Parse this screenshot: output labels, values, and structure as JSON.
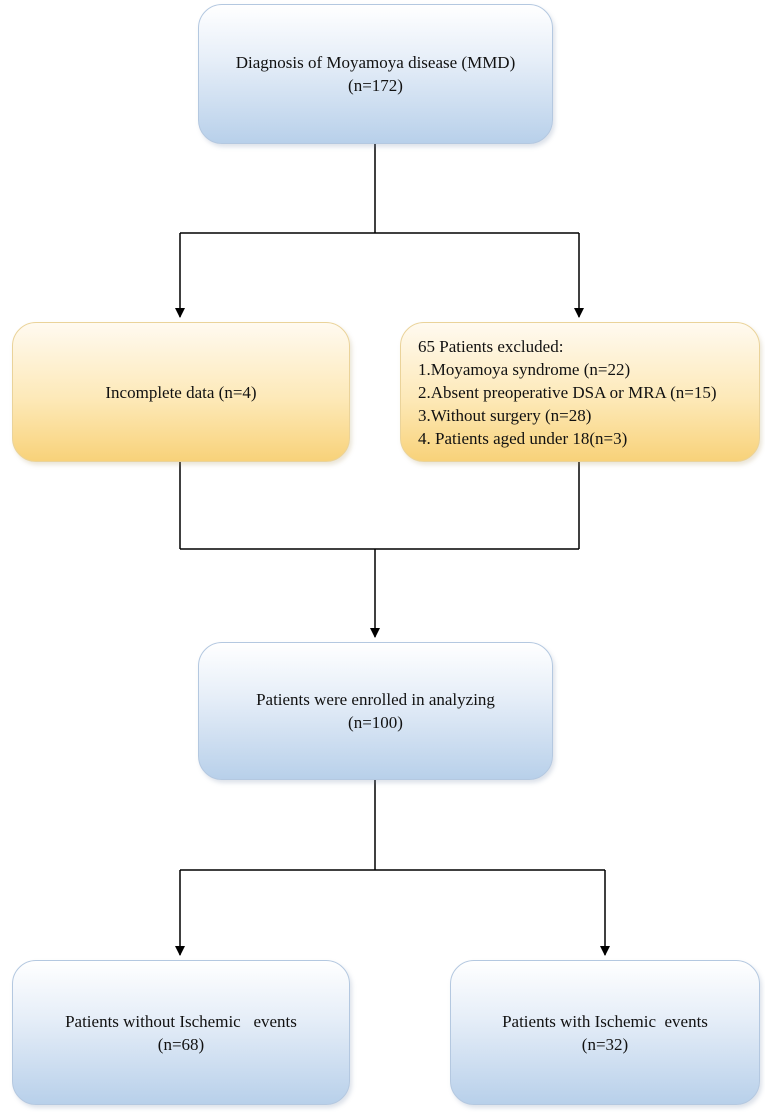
{
  "nodes": {
    "diagnosis": {
      "line1": "Diagnosis of Moyamoya disease (MMD)",
      "line2": "(n=172)"
    },
    "incomplete": {
      "line1": "Incomplete data (n=4)"
    },
    "excluded": {
      "title": "65 Patients excluded:",
      "items": [
        "1.Moyamoya syndrome (n=22)",
        "2.Absent preoperative DSA or MRA (n=15)",
        "3.Without surgery (n=28)",
        "4. Patients aged under 18(n=3)"
      ]
    },
    "enrolled": {
      "line1": "Patients were enrolled in analyzing",
      "line2": "(n=100)"
    },
    "without_events": {
      "line1": "Patients without Ischemic   events",
      "line2": "(n=68)"
    },
    "with_events": {
      "line1": "Patients with Ischemic  events",
      "line2": "(n=32)"
    }
  },
  "colors": {
    "blue_box": "#b8d0ea",
    "yellow_box": "#f8d27a",
    "connector": "#000000"
  }
}
